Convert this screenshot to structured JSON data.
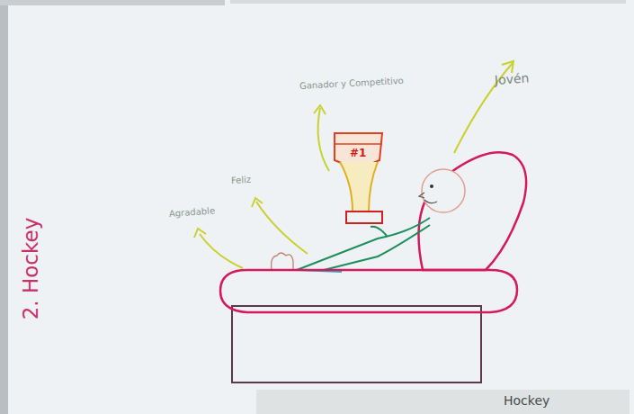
{
  "diagram": {
    "labels": [
      "2. Hockey",
      "Agradable",
      "Feliz",
      "Ganador y Competitivo",
      "Jovén",
      "#1",
      "Hockey"
    ]
  }
}
